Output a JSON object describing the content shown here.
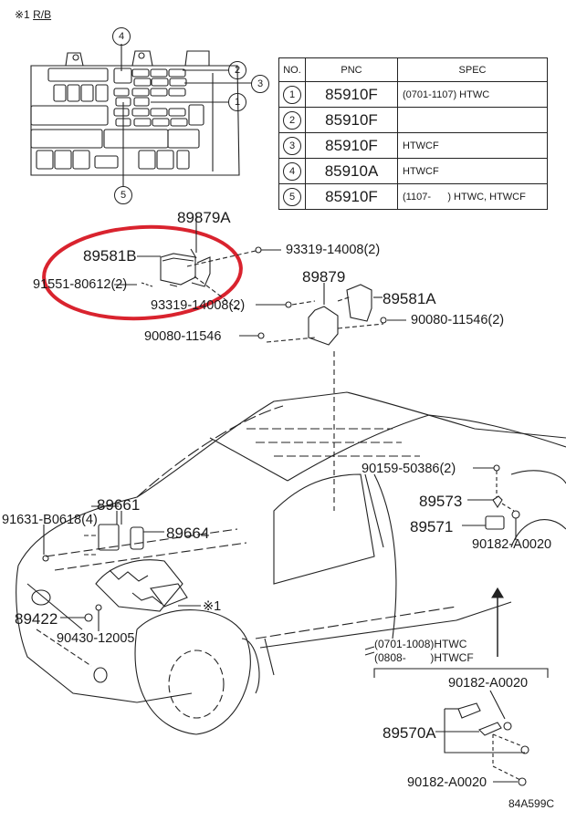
{
  "header": {
    "note_mark": "※1",
    "note_label": "R/B"
  },
  "relay_box_callouts": [
    "1",
    "2",
    "3",
    "4",
    "5"
  ],
  "spec_table": {
    "columns": [
      "NO.",
      "PNC",
      "SPEC"
    ],
    "rows": [
      {
        "no": "1",
        "pnc": "85910F",
        "spec": "(0701-1107) HTWC"
      },
      {
        "no": "2",
        "pnc": "85910F",
        "spec": ""
      },
      {
        "no": "3",
        "pnc": "85910F",
        "spec": "HTWCF"
      },
      {
        "no": "4",
        "pnc": "85910A",
        "spec": "HTWCF"
      },
      {
        "no": "5",
        "pnc": "85910F",
        "spec": "(1107-      ) HTWC, HTWCF"
      }
    ]
  },
  "highlight": {
    "color": "#d9232e",
    "labels": {
      "bracket_a": "89879A",
      "sensor_b": "89581B",
      "screw": "91551-80612(2)",
      "bolt": "93319-14008(2)"
    }
  },
  "parts": {
    "bolt_top": "93319-14008(2)",
    "bracket": "89879",
    "sensor_a": "89581A",
    "bolt_b": "90080-11546(2)",
    "bolt_c": "90080-11546",
    "clip_front": "91631-B0618(4)",
    "cover": "89661",
    "cover_b": "89664",
    "sensor_front": "89422",
    "nut_front": "90430-12005",
    "relay_ref": "※1",
    "screw_side": "90159-50386(2)",
    "bracket_side": "89573",
    "sensor_side": "89571",
    "nut_side": "90182-A0020",
    "spec_line_1": "(0701-1008)HTWC",
    "spec_line_2": "(0808-        )HTWCF",
    "nut_lower_1": "90182-A0020",
    "assembly": "89570A",
    "nut_lower_2": "90182-A0020"
  },
  "figure_code": "84A599C"
}
